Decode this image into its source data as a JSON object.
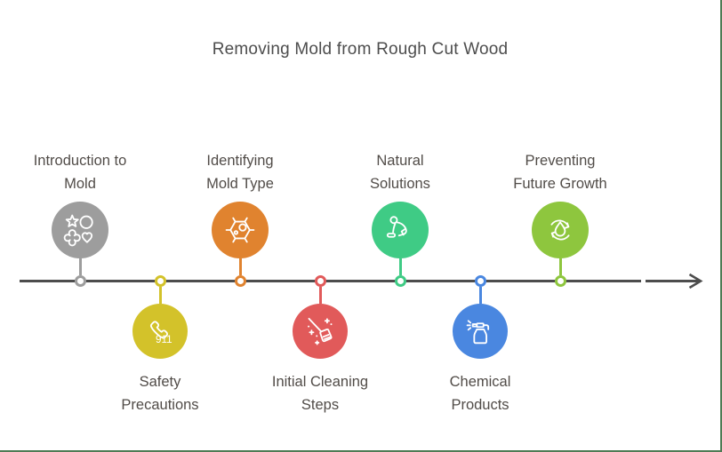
{
  "title": "Removing Mold from Rough Cut Wood",
  "colors": {
    "background": "#ffffff",
    "timeline_line": "#4d4d4d",
    "title_text": "#4d4d4d",
    "label_text": "#514c48",
    "canvas_border": "#4f7b55"
  },
  "timeline": {
    "direction": "left-to-right-arrow"
  },
  "nodes": [
    {
      "label": "Introduction to Mold",
      "label_lines": [
        "Introduction to",
        "Mold"
      ],
      "position": "above",
      "color": "#9d9d9d",
      "icon": "shapes-icon"
    },
    {
      "label": "Safety Precautions",
      "label_lines": [
        "Safety",
        "Precautions"
      ],
      "position": "below",
      "color": "#d3c22a",
      "icon": "emergency-phone-icon",
      "icon_text": "911"
    },
    {
      "label": "Identifying Mold Type",
      "label_lines": [
        "Identifying",
        "Mold Type"
      ],
      "position": "above",
      "color": "#e0832f",
      "icon": "mold-cell-icon"
    },
    {
      "label": "Initial Cleaning Steps",
      "label_lines": [
        "Initial Cleaning",
        "Steps"
      ],
      "position": "below",
      "color": "#e15a5a",
      "icon": "broom-sweep-icon"
    },
    {
      "label": "Natural Solutions",
      "label_lines": [
        "Natural",
        "Solutions"
      ],
      "position": "above",
      "color": "#3fcb85",
      "icon": "scrubbing-person-icon"
    },
    {
      "label": "Chemical Products",
      "label_lines": [
        "Chemical",
        "Products"
      ],
      "position": "below",
      "color": "#4a87e0",
      "icon": "spray-bottle-icon"
    },
    {
      "label": "Preventing Future Growth",
      "label_lines": [
        "Preventing",
        "Future Growth"
      ],
      "position": "above",
      "color": "#8ec63e",
      "icon": "water-recycle-icon"
    }
  ]
}
